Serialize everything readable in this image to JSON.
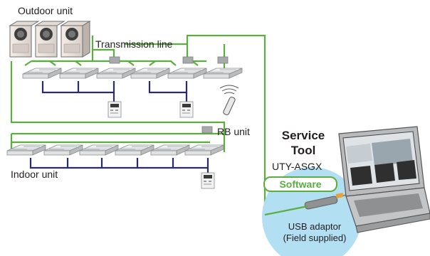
{
  "labels": {
    "outdoor_unit": "Outdoor unit",
    "transmission_line": "Transmission line",
    "rb_unit": "RB unit",
    "indoor_unit": "Indoor unit",
    "service_tool_line1": "Service",
    "service_tool_line2": "Tool",
    "model": "UTY-ASGX",
    "software": "Software",
    "usb_adaptor_line1": "USB adaptor",
    "usb_adaptor_line2": "(Field supplied)"
  },
  "colors": {
    "transmission_line": "#5aae3e",
    "remote_wire": "#2b2a6b",
    "usb_circle": "#b3dff2",
    "rb_unit": "#a7a9ab"
  },
  "icons": {
    "outdoor": "outdoor-unit-icon",
    "indoor": "cassette-indoor-unit-icon",
    "controller": "wired-remote-controller-icon",
    "wireless": "wireless-remote-icon",
    "laptop": "laptop-icon",
    "usb": "usb-adaptor-icon"
  }
}
